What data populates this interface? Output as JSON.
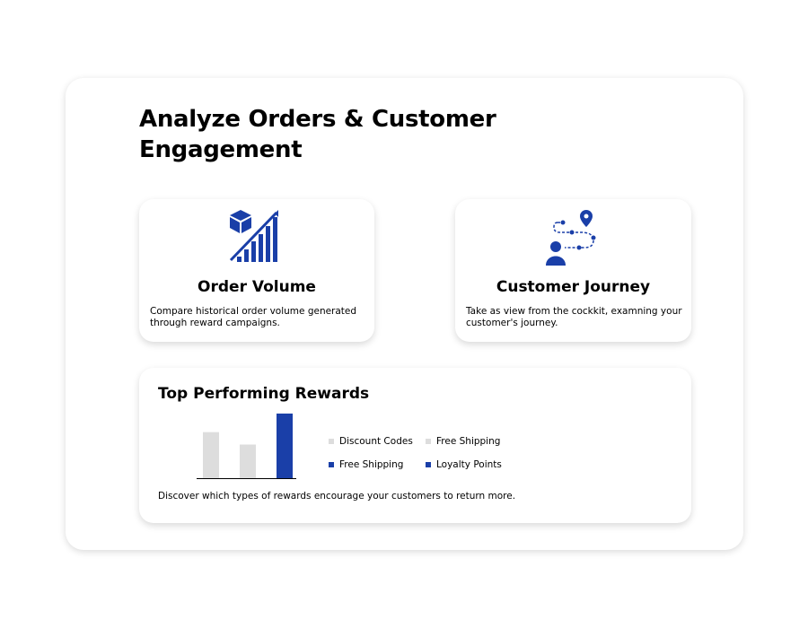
{
  "title": "Analyze Orders & Customer Engagement",
  "cards": [
    {
      "icon": "growth-chart-box-icon",
      "title": "Order Volume",
      "description": "Compare historical order volume generated through reward campaigns."
    },
    {
      "icon": "customer-journey-icon",
      "title": "Customer Journey",
      "description": "Take as view from the cockkit, examning your customer's journey."
    }
  ],
  "rewards": {
    "title": "Top Performing Rewards",
    "description": "Discover which types of rewards encourage your customers to return more.",
    "legend": [
      {
        "label": "Discount Codes",
        "color": "#dddddd"
      },
      {
        "label": "Free Shipping",
        "color": "#dddddd"
      },
      {
        "label": "Free Shipping",
        "color": "#1a3fa8"
      },
      {
        "label": "Loyalty Points",
        "color": "#1a3fa8"
      }
    ]
  },
  "chart_data": {
    "type": "bar",
    "categories": [
      "Discount Codes",
      "Free Shipping",
      "Loyalty Points"
    ],
    "values": [
      52,
      38,
      73
    ],
    "colors": [
      "#dddddd",
      "#dddddd",
      "#1a3fa8"
    ],
    "title": "",
    "xlabel": "",
    "ylabel": "",
    "ylim": [
      0,
      75
    ]
  },
  "colors": {
    "accent": "#1a3fa8"
  }
}
